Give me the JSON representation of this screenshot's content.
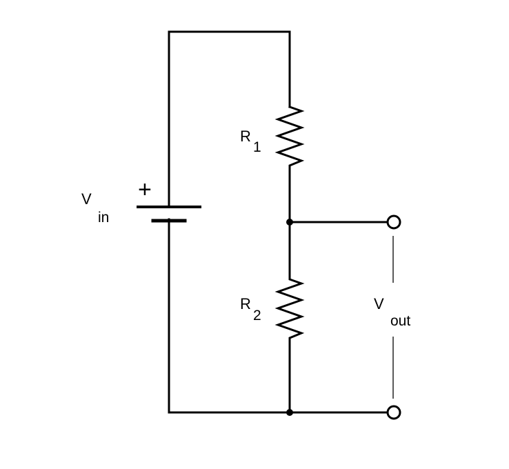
{
  "vin": {
    "main": "V",
    "sub": "in"
  },
  "battery": {
    "plus": "+"
  },
  "r1": {
    "main": "R",
    "sub": "1"
  },
  "r2": {
    "main": "R",
    "sub": "2"
  },
  "vout": {
    "main": "V",
    "sub": "out"
  },
  "colors": {
    "ink": "#000000",
    "background": "#ffffff"
  }
}
